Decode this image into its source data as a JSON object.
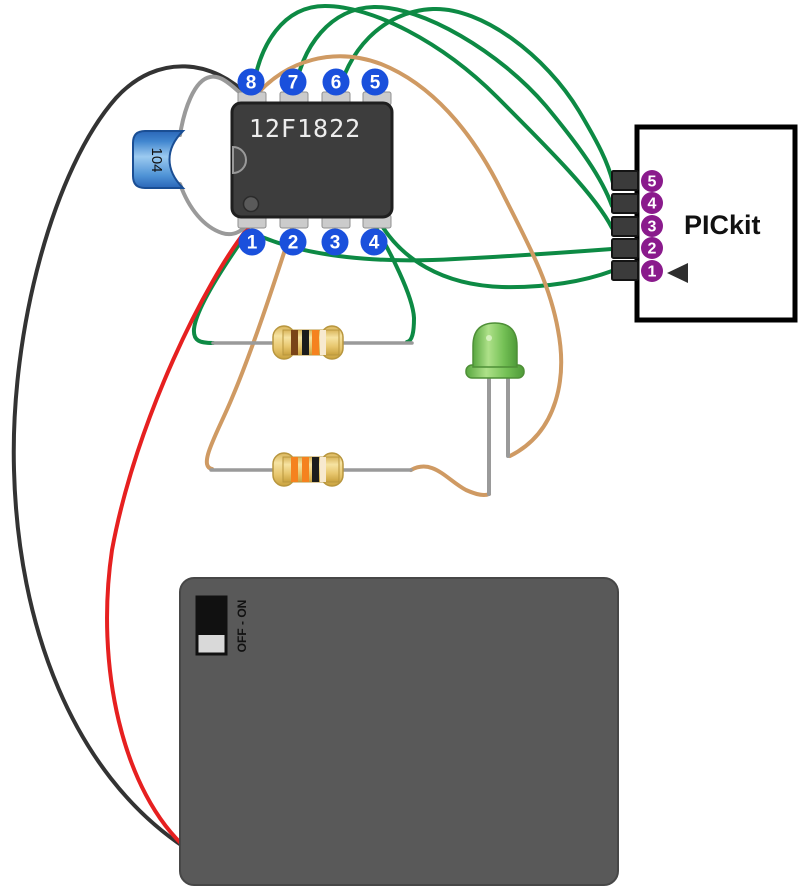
{
  "chip": {
    "label": "12F1822",
    "top_pin_numbers": [
      "8",
      "7",
      "6",
      "5"
    ],
    "bottom_pin_numbers": [
      "1",
      "2",
      "3",
      "4"
    ]
  },
  "pickit": {
    "label": "PICkit",
    "pin_numbers": [
      "5",
      "4",
      "3",
      "2",
      "1"
    ]
  },
  "capacitor": {
    "label": "104"
  },
  "battery_box": {
    "switch_label": "OFF - ON"
  },
  "resistor_top": {
    "band_colors": [
      "#7a4418",
      "#1c1c1c",
      "#f5821f",
      "#f7e9cf"
    ]
  },
  "resistor_bottom": {
    "band_colors": [
      "#f5821f",
      "#f5821f",
      "#1c1c1c",
      "#f7e9cf"
    ]
  },
  "colors": {
    "wire_green": "#0d8a44",
    "wire_tan": "#cf9a63",
    "wire_red": "#e62020",
    "wire_black": "#333333",
    "wire_gray": "#9a9a9a",
    "chip_body": "#3d3d3d",
    "chip_pin_metal": "#cbcbcb",
    "pin_label_blue": "#1a50dc",
    "pickit_pin_purple": "#8a1a8c",
    "pickit_pin_metal": "#3b3b3b",
    "battery_gray": "#595959",
    "capacitor_blue": "#2a66b8",
    "led_green": "#7cc45c"
  }
}
